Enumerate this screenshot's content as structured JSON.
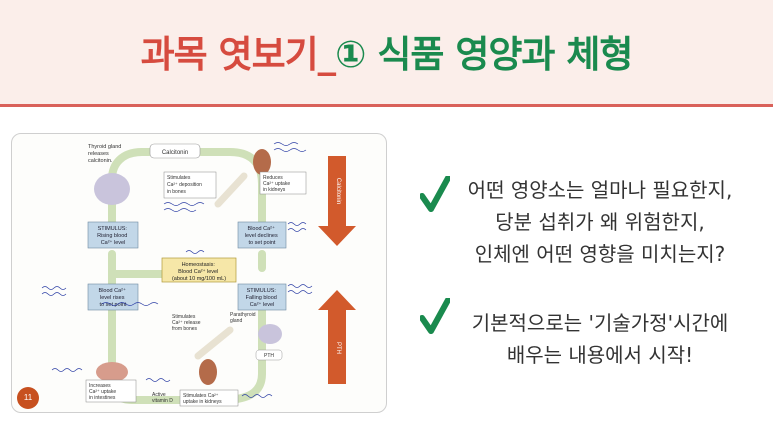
{
  "slide": {
    "title_part1": "과목 엿보기_",
    "title_part2": "① 식품 영양과 체형",
    "page_number": "11",
    "accent_red": "#d64b3f",
    "accent_green": "#1a8a4e"
  },
  "bullets": [
    {
      "icon": "check-icon",
      "lines": [
        "어떤 영양소는 얼마나 필요한지,",
        "당분 섭취가 왜 위험한지,",
        "인체엔 어떤 영향을 미치는지?"
      ]
    },
    {
      "icon": "check-icon",
      "lines": [
        "기본적으로는 '기술가정'시간에",
        "배우는 내용에서 시작!"
      ]
    }
  ],
  "diagram": {
    "calcitonin": "Calcitonin",
    "thyroid": [
      "Thyroid gland",
      "releases",
      "calcitonin."
    ],
    "deposition": [
      "Stimulates",
      "Ca²⁺ deposition",
      "in bones"
    ],
    "reduces_uptake": [
      "Reduces",
      "Ca²⁺ uptake",
      "in kidneys"
    ],
    "stim_rising": [
      "STIMULUS:",
      "Rising blood",
      "Ca²⁺ level"
    ],
    "decline": [
      "Blood Ca²⁺",
      "level declines",
      "to set point"
    ],
    "homeostasis": [
      "Homeostasis:",
      "Blood Ca²⁺ level",
      "(about 10 mg/100 mL)"
    ],
    "rises": [
      "Blood Ca²⁺",
      "level rises",
      "to set point"
    ],
    "stim_falling": [
      "STIMULUS:",
      "Falling blood",
      "Ca²⁺ level"
    ],
    "release": [
      "Stimulates",
      "Ca²⁺ release",
      "from bones"
    ],
    "parathyroid": [
      "Parathyroid",
      "gland"
    ],
    "pth": "PTH",
    "intestine": [
      "Increases",
      "Ca²⁺ uptake",
      "in intestines"
    ],
    "active_d": [
      "Active",
      "vitamin D"
    ],
    "kidney_uptake": [
      "Stimulates Ca²⁺",
      "uptake in kidneys"
    ],
    "arrow_down": "Calcitonin",
    "arrow_up": "PTH"
  }
}
